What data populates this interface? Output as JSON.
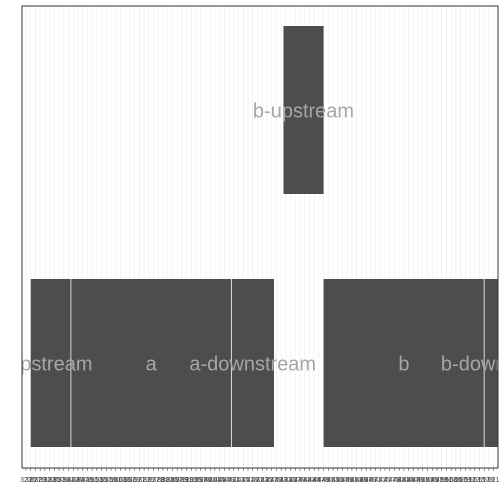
{
  "chart_data": {
    "type": "bar",
    "title": "",
    "xlabel": "",
    "ylabel": "",
    "x_range": [
      323,
      522
    ],
    "x_ticks": [
      323,
      325,
      327,
      329,
      331,
      333,
      335,
      337,
      339,
      341,
      343,
      345,
      347,
      349,
      351,
      353,
      355,
      357,
      359,
      361,
      363,
      365,
      367,
      369,
      371,
      373,
      375,
      377,
      379,
      381,
      383,
      385,
      387,
      389,
      391,
      393,
      395,
      397,
      399,
      401,
      403,
      405,
      407,
      409,
      411,
      413,
      415,
      417,
      419,
      421,
      423,
      425,
      427,
      429,
      431,
      433,
      435,
      437,
      439,
      441,
      443,
      445,
      447,
      449,
      451,
      453,
      455,
      457,
      459,
      461,
      463,
      465,
      467,
      469,
      471,
      473,
      475,
      477,
      479,
      481,
      483,
      485,
      487,
      489,
      491,
      493,
      495,
      497,
      499,
      501,
      503,
      505,
      507,
      509,
      511,
      513,
      515,
      517,
      519,
      521
    ],
    "grid": true,
    "legend": "none",
    "colors": {
      "bar": "#4d4d4d",
      "bar_divider": "#d9d9d9",
      "label": "#a6a6a6",
      "grid": "#ebebeb",
      "frame": "#333333",
      "tick_text": "#4d4d4d"
    },
    "segments": [
      {
        "label": "upstream",
        "start": 325,
        "end": 342,
        "track": 1
      },
      {
        "label": "a",
        "start": 342,
        "end": 410,
        "track": 1
      },
      {
        "label": "a-downstream",
        "start": 410,
        "end": 428,
        "track": 1
      },
      {
        "label": "b-upstream",
        "start": 432,
        "end": 449,
        "track": 2
      },
      {
        "label": "b",
        "start": 449,
        "end": 517,
        "track": 1
      },
      {
        "label": "b-downstream",
        "start": 517,
        "end": 534,
        "track": 1
      }
    ]
  }
}
